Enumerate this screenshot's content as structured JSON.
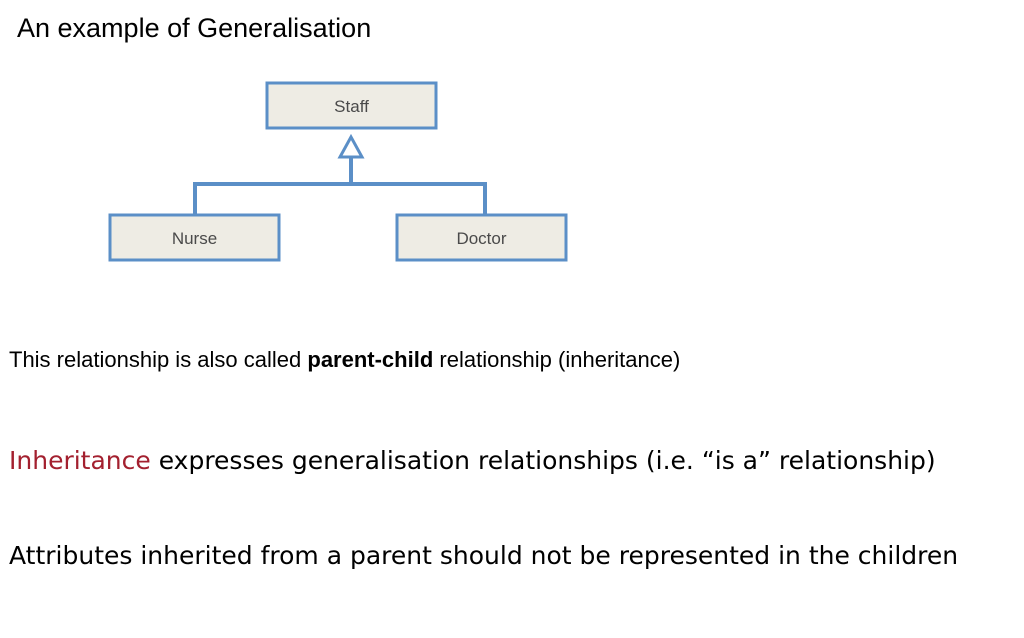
{
  "slide": {
    "title": "An example of Generalisation"
  },
  "diagram": {
    "parent": "Staff",
    "children": [
      "Nurse",
      "Doctor"
    ],
    "colors": {
      "box_fill": "#eeece4",
      "box_border": "#5b8fc7",
      "connector": "#5b8fc7"
    }
  },
  "text": {
    "line1_pre": "This relationship is also called ",
    "line1_bold": "parent-child",
    "line1_post": " relationship (inheritance)",
    "line2_highlight": "Inheritance",
    "line2_rest": " expresses generalisation relationships (i.e. “is a” relationship)",
    "line3": "Attributes inherited from a parent should not be represented in the children"
  },
  "colors": {
    "highlight": "#a3202f"
  }
}
